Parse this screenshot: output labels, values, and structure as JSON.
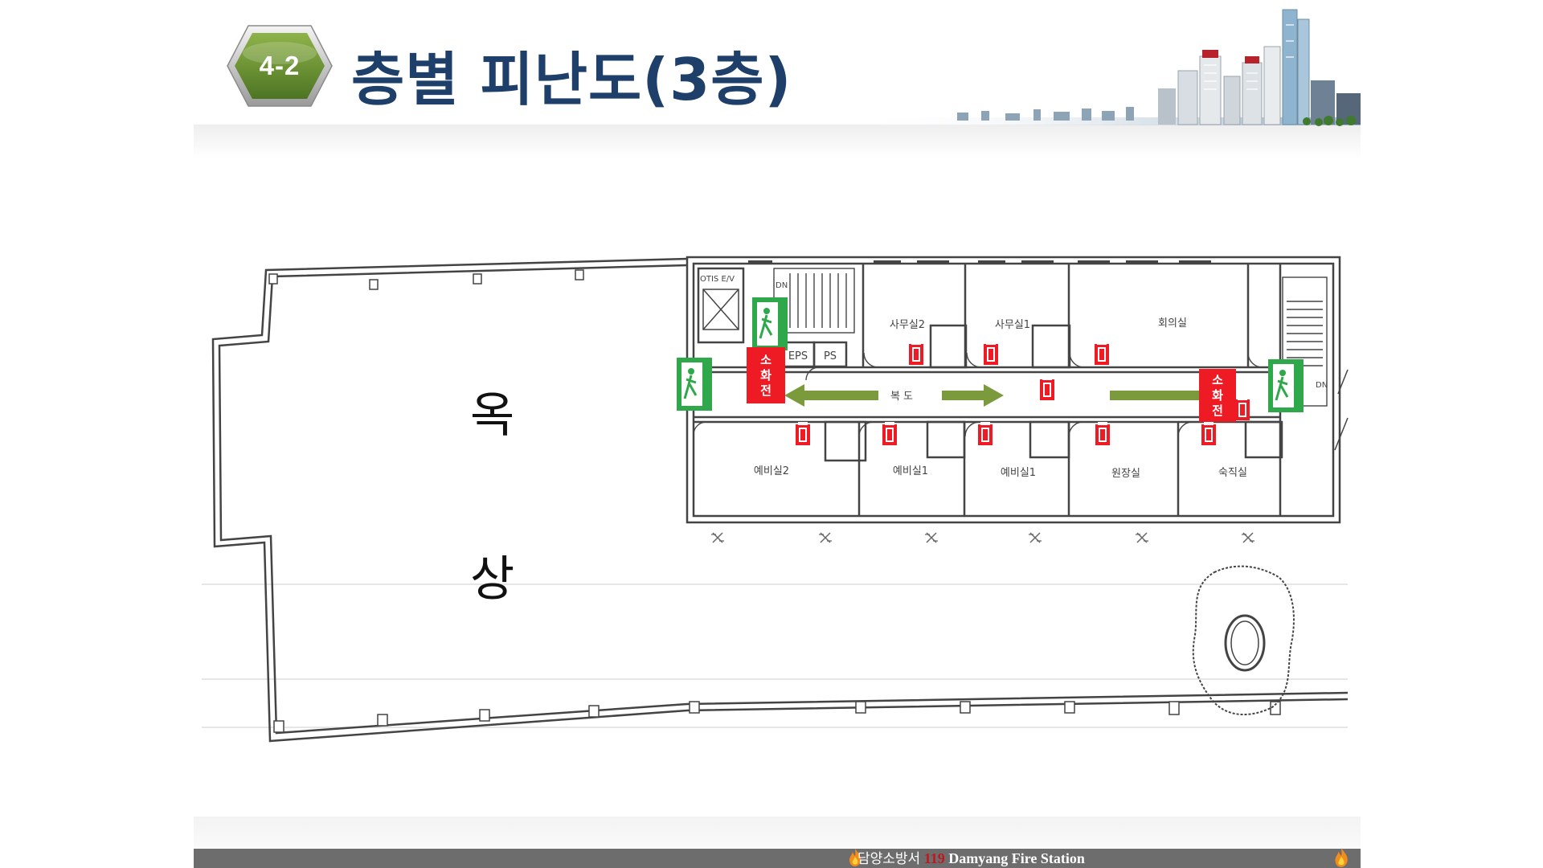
{
  "header": {
    "section_number": "4-2",
    "title": "층별 피난도(3층)"
  },
  "floor_plan": {
    "rooms": {
      "office2": "사무실2",
      "office1": "사무실1",
      "meeting_room": "회의실",
      "corridor": "복 도",
      "spare_room2": "예비실2",
      "spare_room1_a": "예비실1",
      "spare_room1_b": "예비실1",
      "chief_office": "원장실",
      "duty_room": "숙직실",
      "eps": "EPS",
      "ps": "PS",
      "elevator": "OTIS E/V",
      "stair_dn_left": "DN",
      "stair_dn_right": "DN"
    },
    "roof_label_chars": [
      "옥",
      "상"
    ],
    "hydrant_label_chars": [
      "소",
      "화",
      "전"
    ],
    "evacuation_arrow_directions": [
      "left",
      "right",
      "right"
    ],
    "colors": {
      "arrow": "#7a9a3c",
      "hydrant": "#ee1b24",
      "exit_sign": "#2ea84a",
      "wall": "#444444"
    }
  },
  "footer": {
    "org_korean": "담양소방서",
    "number": "119",
    "org_english": "Damyang Fire Station"
  }
}
